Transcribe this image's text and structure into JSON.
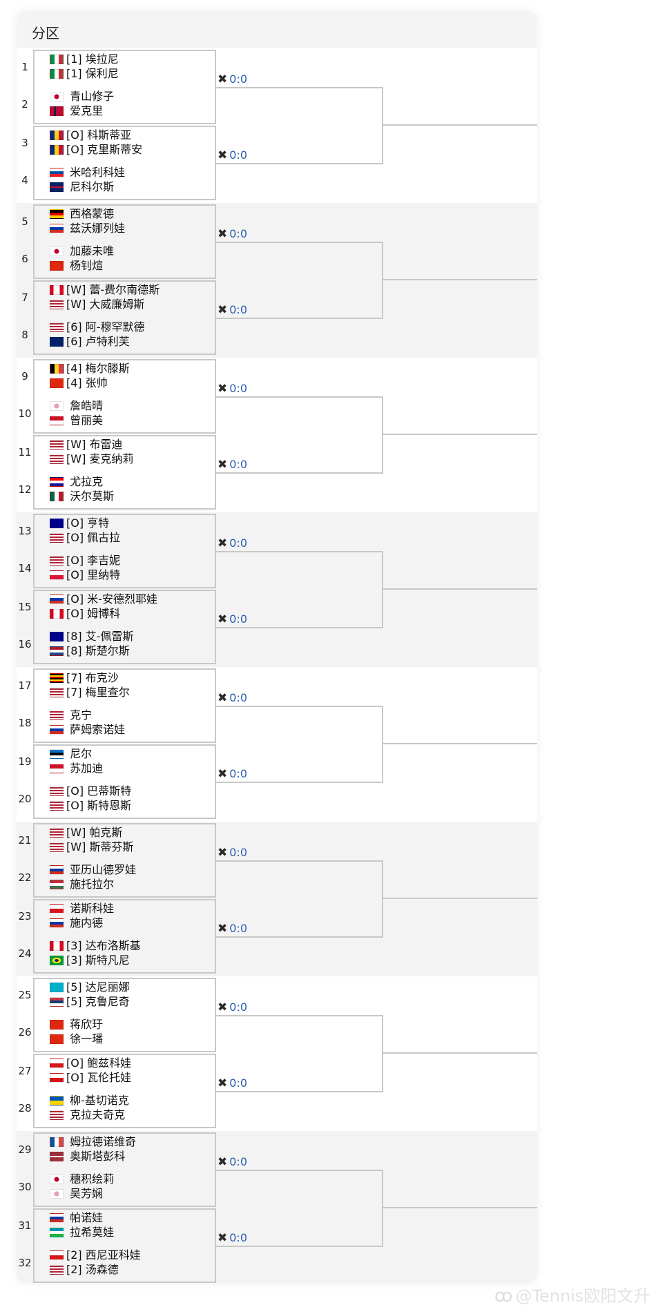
{
  "header": {
    "title": "分区"
  },
  "score_icon": "crossed-rackets-icon",
  "score_placeholder": "0:0",
  "draw": [
    {
      "num": "1",
      "flag": "flag-italy",
      "seed": "[1]",
      "name": "埃拉尼"
    },
    {
      "num": "",
      "flag": "flag-italy",
      "seed": "[1]",
      "name": "保利尼"
    },
    {
      "num": "2",
      "flag": "flag-japan",
      "seed": "",
      "name": "青山修子"
    },
    {
      "num": "",
      "flag": "flag-norway",
      "seed": "",
      "name": "爱克里"
    },
    {
      "num": "3",
      "flag": "flag-romania",
      "seed": "[O]",
      "name": "科斯蒂亚"
    },
    {
      "num": "",
      "flag": "flag-romania",
      "seed": "[O]",
      "name": "克里斯蒂安"
    },
    {
      "num": "4",
      "flag": "flag-slovakia",
      "seed": "",
      "name": "米哈利科娃"
    },
    {
      "num": "",
      "flag": "flag-uk",
      "seed": "",
      "name": "尼科尔斯"
    },
    {
      "num": "5",
      "flag": "flag-germany",
      "seed": "",
      "name": "西格蒙德"
    },
    {
      "num": "",
      "flag": "flag-russia",
      "seed": "",
      "name": "兹沃娜列娃"
    },
    {
      "num": "6",
      "flag": "flag-japan",
      "seed": "",
      "name": "加藤未唯"
    },
    {
      "num": "",
      "flag": "flag-china",
      "seed": "",
      "name": "杨钊煊"
    },
    {
      "num": "7",
      "flag": "flag-canada",
      "seed": "[W]",
      "name": "蕾-费尔南德斯"
    },
    {
      "num": "",
      "flag": "flag-usa",
      "seed": "[W]",
      "name": "大威廉姆斯"
    },
    {
      "num": "8",
      "flag": "flag-usa",
      "seed": "[6]",
      "name": "阿-穆罕默德"
    },
    {
      "num": "",
      "flag": "flag-newzealand",
      "seed": "[6]",
      "name": "卢特利芙"
    },
    {
      "num": "9",
      "flag": "flag-belgium",
      "seed": "[4]",
      "name": "梅尔滕斯"
    },
    {
      "num": "",
      "flag": "flag-china",
      "seed": "[4]",
      "name": "张帅"
    },
    {
      "num": "10",
      "flag": "flag-taipei",
      "seed": "",
      "name": "詹皓晴"
    },
    {
      "num": "",
      "flag": "flag-indonesia",
      "seed": "",
      "name": "曾丽美"
    },
    {
      "num": "11",
      "flag": "flag-usa",
      "seed": "[W]",
      "name": "布雷迪"
    },
    {
      "num": "",
      "flag": "flag-usa",
      "seed": "[W]",
      "name": "麦克纳莉"
    },
    {
      "num": "12",
      "flag": "flag-croatia",
      "seed": "",
      "name": "尤拉克"
    },
    {
      "num": "",
      "flag": "flag-mexico",
      "seed": "",
      "name": "沃尔莫斯"
    },
    {
      "num": "13",
      "flag": "flag-australia",
      "seed": "[O]",
      "name": "亨特"
    },
    {
      "num": "",
      "flag": "flag-usa",
      "seed": "[O]",
      "name": "佩古拉"
    },
    {
      "num": "14",
      "flag": "flag-usa",
      "seed": "[O]",
      "name": "李吉妮"
    },
    {
      "num": "",
      "flag": "flag-poland",
      "seed": "[O]",
      "name": "里纳特"
    },
    {
      "num": "15",
      "flag": "flag-russia",
      "seed": "[O]",
      "name": "米-安德烈耶娃"
    },
    {
      "num": "",
      "flag": "flag-canada",
      "seed": "[O]",
      "name": "姆博科"
    },
    {
      "num": "16",
      "flag": "flag-australia",
      "seed": "[8]",
      "name": "艾-佩雷斯"
    },
    {
      "num": "",
      "flag": "flag-netherlands",
      "seed": "[8]",
      "name": "斯楚尔斯"
    },
    {
      "num": "17",
      "flag": "flag-uganda",
      "seed": "[7]",
      "name": "布克沙"
    },
    {
      "num": "",
      "flag": "flag-usa",
      "seed": "[7]",
      "name": "梅里查尔"
    },
    {
      "num": "18",
      "flag": "flag-usa",
      "seed": "",
      "name": "克宁"
    },
    {
      "num": "",
      "flag": "flag-russia",
      "seed": "",
      "name": "萨姆索诺娃"
    },
    {
      "num": "19",
      "flag": "flag-estonia",
      "seed": "",
      "name": "尼尔"
    },
    {
      "num": "",
      "flag": "flag-indonesia",
      "seed": "",
      "name": "苏加迪"
    },
    {
      "num": "20",
      "flag": "flag-usa",
      "seed": "[O]",
      "name": "巴蒂斯特"
    },
    {
      "num": "",
      "flag": "flag-usa",
      "seed": "[O]",
      "name": "斯特恩斯"
    },
    {
      "num": "21",
      "flag": "flag-usa",
      "seed": "[W]",
      "name": "帕克斯"
    },
    {
      "num": "",
      "flag": "flag-usa",
      "seed": "[W]",
      "name": "斯蒂芬斯"
    },
    {
      "num": "22",
      "flag": "flag-russia",
      "seed": "",
      "name": "亚历山德罗娃"
    },
    {
      "num": "",
      "flag": "flag-hungary",
      "seed": "",
      "name": "施托拉尔"
    },
    {
      "num": "23",
      "flag": "flag-czech",
      "seed": "",
      "name": "诺斯科娃"
    },
    {
      "num": "",
      "flag": "flag-russia",
      "seed": "",
      "name": "施内德"
    },
    {
      "num": "24",
      "flag": "flag-canada",
      "seed": "[3]",
      "name": "达布洛斯基"
    },
    {
      "num": "",
      "flag": "flag-brazil",
      "seed": "[3]",
      "name": "斯特凡尼"
    },
    {
      "num": "25",
      "flag": "flag-kazakhstan",
      "seed": "[5]",
      "name": "达尼丽娜"
    },
    {
      "num": "",
      "flag": "flag-serbia",
      "seed": "[5]",
      "name": "克鲁尼奇"
    },
    {
      "num": "26",
      "flag": "flag-china",
      "seed": "",
      "name": "蒋欣玗"
    },
    {
      "num": "",
      "flag": "flag-china",
      "seed": "",
      "name": "徐一璠"
    },
    {
      "num": "27",
      "flag": "flag-czech",
      "seed": "[O]",
      "name": "鲍兹科娃"
    },
    {
      "num": "",
      "flag": "flag-czech",
      "seed": "[O]",
      "name": "瓦伦托娃"
    },
    {
      "num": "28",
      "flag": "flag-ukraine",
      "seed": "",
      "name": "柳-基切诺克"
    },
    {
      "num": "",
      "flag": "flag-usa",
      "seed": "",
      "name": "克拉夫奇克"
    },
    {
      "num": "29",
      "flag": "flag-france",
      "seed": "",
      "name": "姆拉德诺维奇"
    },
    {
      "num": "",
      "flag": "flag-latvia",
      "seed": "",
      "name": "奥斯塔彭科"
    },
    {
      "num": "30",
      "flag": "flag-japan",
      "seed": "",
      "name": "穗积绘莉"
    },
    {
      "num": "",
      "flag": "flag-taipei",
      "seed": "",
      "name": "吴芳娴"
    },
    {
      "num": "31",
      "flag": "flag-russia",
      "seed": "",
      "name": "帕诺娃"
    },
    {
      "num": "",
      "flag": "flag-uzbekistan",
      "seed": "",
      "name": "拉希莫娃"
    },
    {
      "num": "32",
      "flag": "flag-czech",
      "seed": "[2]",
      "name": "西尼亚科娃"
    },
    {
      "num": "",
      "flag": "flag-usa",
      "seed": "[2]",
      "name": "汤森德"
    }
  ],
  "flag_colors": {
    "flag-italy": "linear-gradient(90deg,#009246 33%,#ffffff 33%,#ffffff 66%,#ce2b37 66%)",
    "flag-japan": "radial-gradient(circle,#bc002d 30%,#ffffff 34%)",
    "flag-norway": "linear-gradient(90deg,#ba0c2f 30%,#00205b 30%,#00205b 45%,#ba0c2f 45%)",
    "flag-romania": "linear-gradient(90deg,#002b7f 33%,#fcd116 33%,#fcd116 66%,#ce1126 66%)",
    "flag-slovakia": "linear-gradient(180deg,#ffffff 33%,#0b4ea2 33%,#0b4ea2 66%,#ee1c25 66%)",
    "flag-uk": "linear-gradient(180deg,#012169 40%,#c8102e 40%,#c8102e 60%,#012169 60%)",
    "flag-germany": "linear-gradient(180deg,#000000 33%,#dd0000 33%,#dd0000 66%,#ffce00 66%)",
    "flag-russia": "linear-gradient(180deg,#ffffff 33%,#0039a6 33%,#0039a6 66%,#d52b1e 66%)",
    "flag-china": "linear-gradient(180deg,#de2910 0%,#de2910 100%)",
    "flag-canada": "linear-gradient(90deg,#d80621 25%,#ffffff 25%,#ffffff 75%,#d80621 75%)",
    "flag-usa": "repeating-linear-gradient(180deg,#b22234 0px,#b22234 2px,#ffffff 2px,#ffffff 4px)",
    "flag-newzealand": "linear-gradient(180deg,#012169 0%,#012169 100%)",
    "flag-belgium": "linear-gradient(90deg,#000000 33%,#fdda24 33%,#fdda24 66%,#ef3340 66%)",
    "flag-taipei": "radial-gradient(circle,#e8a0b0 30%,#ffffff 36%)",
    "flag-indonesia": "linear-gradient(180deg,#ce1126 50%,#ffffff 50%)",
    "flag-croatia": "linear-gradient(180deg,#ff0000 33%,#ffffff 33%,#ffffff 66%,#171796 66%)",
    "flag-mexico": "linear-gradient(90deg,#006847 33%,#ffffff 33%,#ffffff 66%,#ce1126 66%)",
    "flag-australia": "linear-gradient(180deg,#00008b 0%,#00008b 100%)",
    "flag-poland": "linear-gradient(180deg,#ffffff 50%,#dc143c 50%)",
    "flag-netherlands": "linear-gradient(180deg,#ae1c28 33%,#ffffff 33%,#ffffff 66%,#21468b 66%)",
    "flag-uganda": "linear-gradient(180deg,#000000 17%,#fcdc04 17%,#fcdc04 33%,#d90000 33%,#d90000 50%,#000000 50%,#000000 67%,#fcdc04 67%,#fcdc04 83%,#d90000 83%)",
    "flag-estonia": "linear-gradient(180deg,#0072ce 33%,#000000 33%,#000000 66%,#ffffff 66%)",
    "flag-hungary": "linear-gradient(180deg,#ce2939 33%,#ffffff 33%,#ffffff 66%,#477050 66%)",
    "flag-czech": "linear-gradient(180deg,#ffffff 50%,#d7141a 50%)",
    "flag-brazil": "radial-gradient(ellipse,#002776 22%,#fedf00 24%,#fedf00 48%,#009c3b 50%)",
    "flag-kazakhstan": "linear-gradient(180deg,#00afca 0%,#00afca 100%)",
    "flag-serbia": "linear-gradient(180deg,#c6363c 33%,#0c4076 33%,#0c4076 66%,#ffffff 66%)",
    "flag-ukraine": "linear-gradient(180deg,#0057b7 50%,#ffd700 50%)",
    "flag-france": "linear-gradient(90deg,#0055a4 33%,#ffffff 33%,#ffffff 66%,#ef4135 66%)",
    "flag-latvia": "linear-gradient(180deg,#9e3039 40%,#ffffff 40%,#ffffff 60%,#9e3039 60%)",
    "flag-uzbekistan": "linear-gradient(180deg,#0099b5 33%,#ffffff 33%,#ffffff 66%,#1eb53a 66%)"
  },
  "watermark": {
    "logo_icon": "weibo-logo-icon",
    "text": "@Tennis欧阳文升"
  }
}
